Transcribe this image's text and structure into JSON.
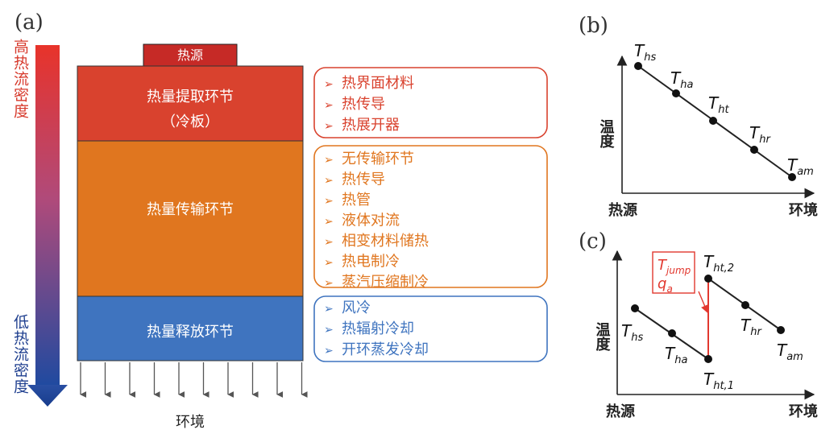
{
  "panel_a": {
    "label": "(a)",
    "arrow_top_label": "高热流密度",
    "arrow_bottom_label": "低热流密度",
    "heat_source": "热源",
    "ambient": "环境",
    "stage_extract": {
      "title": "热量提取环节",
      "subtitle": "（冷板）"
    },
    "stage_transport": {
      "title": "热量传输环节"
    },
    "stage_release": {
      "title": "热量释放环节"
    },
    "list_extract": [
      "热界面材料",
      "热传导",
      "热展开器"
    ],
    "list_transport": [
      "无传输环节",
      "热传导",
      "热管",
      "液体对流",
      "相变材料储热",
      "热电制冷",
      "蒸汽压缩制冷"
    ],
    "list_release": [
      "风冷",
      "热辐射冷却",
      "开环蒸发冷却"
    ],
    "bullet": "➢",
    "colors": {
      "extract": "#d9422e",
      "transport": "#e0761f",
      "release": "#3f74bf",
      "source": "#c62a26"
    }
  },
  "panel_b": {
    "label": "(b)",
    "ylabel": "温度",
    "x_left": "热源",
    "x_right": "环境",
    "points": [
      {
        "main": "T",
        "sub": "hs"
      },
      {
        "main": "T",
        "sub": "ha"
      },
      {
        "main": "T",
        "sub": "ht"
      },
      {
        "main": "T",
        "sub": "hr"
      },
      {
        "main": "T",
        "sub": "am"
      }
    ]
  },
  "panel_c": {
    "label": "(c)",
    "ylabel": "温度",
    "x_left": "热源",
    "x_right": "环境",
    "jump_label_1": {
      "main": "T",
      "sub": "jump"
    },
    "jump_label_2": {
      "main": "q",
      "sub": "a"
    },
    "points": [
      {
        "main": "T",
        "sub": "hs"
      },
      {
        "main": "T",
        "sub": "ha"
      },
      {
        "main": "T",
        "sub": "ht,1"
      },
      {
        "main": "T",
        "sub": "ht,2"
      },
      {
        "main": "T",
        "sub": "hr"
      },
      {
        "main": "T",
        "sub": "am"
      }
    ]
  }
}
